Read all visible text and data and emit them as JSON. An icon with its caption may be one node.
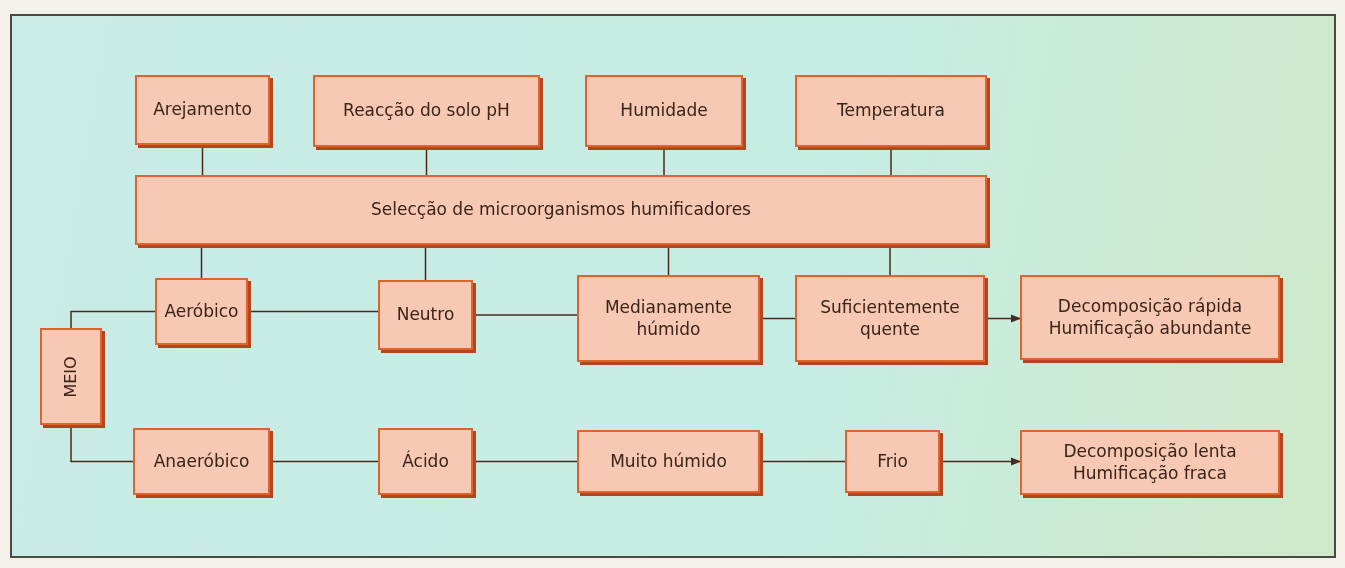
{
  "diagram": {
    "nodes": [
      {
        "text": [
          "Arejamento"
        ]
      },
      {
        "text": [
          "Reacção do solo pH"
        ]
      },
      {
        "text": [
          "Humidade"
        ]
      },
      {
        "text": [
          "Temperatura"
        ]
      },
      {
        "text": [
          "Selecção de microorganismos humificadores"
        ]
      },
      {
        "text": [
          "Aeróbico"
        ]
      },
      {
        "text": [
          "Neutro"
        ]
      },
      {
        "text": [
          "Medianamente húmido"
        ]
      },
      {
        "text": [
          "Suficientemente quente"
        ]
      },
      {
        "text": [
          "Decomposição rápida",
          "Humificação abundante"
        ]
      },
      {
        "text": [
          "MEIO"
        ]
      },
      {
        "text": [
          "Anaeróbico"
        ]
      },
      {
        "text": [
          "Ácido"
        ]
      },
      {
        "text": [
          "Muito húmido"
        ]
      },
      {
        "text": [
          "Frio"
        ]
      },
      {
        "text": [
          "Decomposição lenta",
          "Humificação fraca"
        ]
      }
    ],
    "edges": [
      {
        "from": 0,
        "to": 4,
        "arrow": "none"
      },
      {
        "from": 1,
        "to": 4,
        "arrow": "none"
      },
      {
        "from": 2,
        "to": 4,
        "arrow": "none"
      },
      {
        "from": 3,
        "to": 4,
        "arrow": "none"
      },
      {
        "from": 4,
        "to": 5,
        "arrow": "none"
      },
      {
        "from": 4,
        "to": 6,
        "arrow": "none"
      },
      {
        "from": 4,
        "to": 7,
        "arrow": "none"
      },
      {
        "from": 4,
        "to": 8,
        "arrow": "none"
      },
      {
        "from": 10,
        "to": 5,
        "arrow": "none"
      },
      {
        "from": 10,
        "to": 11,
        "arrow": "none"
      },
      {
        "from": 5,
        "to": 6,
        "arrow": "none"
      },
      {
        "from": 6,
        "to": 7,
        "arrow": "none"
      },
      {
        "from": 7,
        "to": 8,
        "arrow": "none"
      },
      {
        "from": 8,
        "to": 9,
        "arrow": "to"
      },
      {
        "from": 11,
        "to": 12,
        "arrow": "none"
      },
      {
        "from": 12,
        "to": 13,
        "arrow": "none"
      },
      {
        "from": 13,
        "to": 14,
        "arrow": "none"
      },
      {
        "from": 14,
        "to": 15,
        "arrow": "to"
      }
    ]
  }
}
